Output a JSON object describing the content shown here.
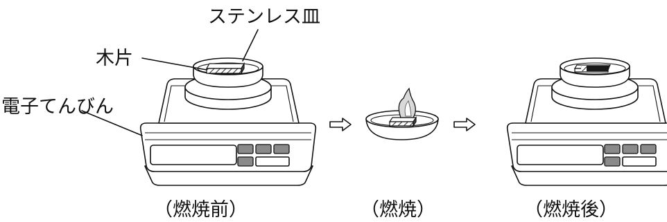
{
  "labels": {
    "stainless_dish": "ステンレス皿",
    "wood_chip": "木片",
    "electronic_balance": "電子てんびん"
  },
  "captions": {
    "before": "（燃焼前）",
    "during": "（燃焼）",
    "after": "（燃焼後）"
  },
  "arrows": [
    "right-arrow-icon",
    "right-arrow-icon"
  ]
}
